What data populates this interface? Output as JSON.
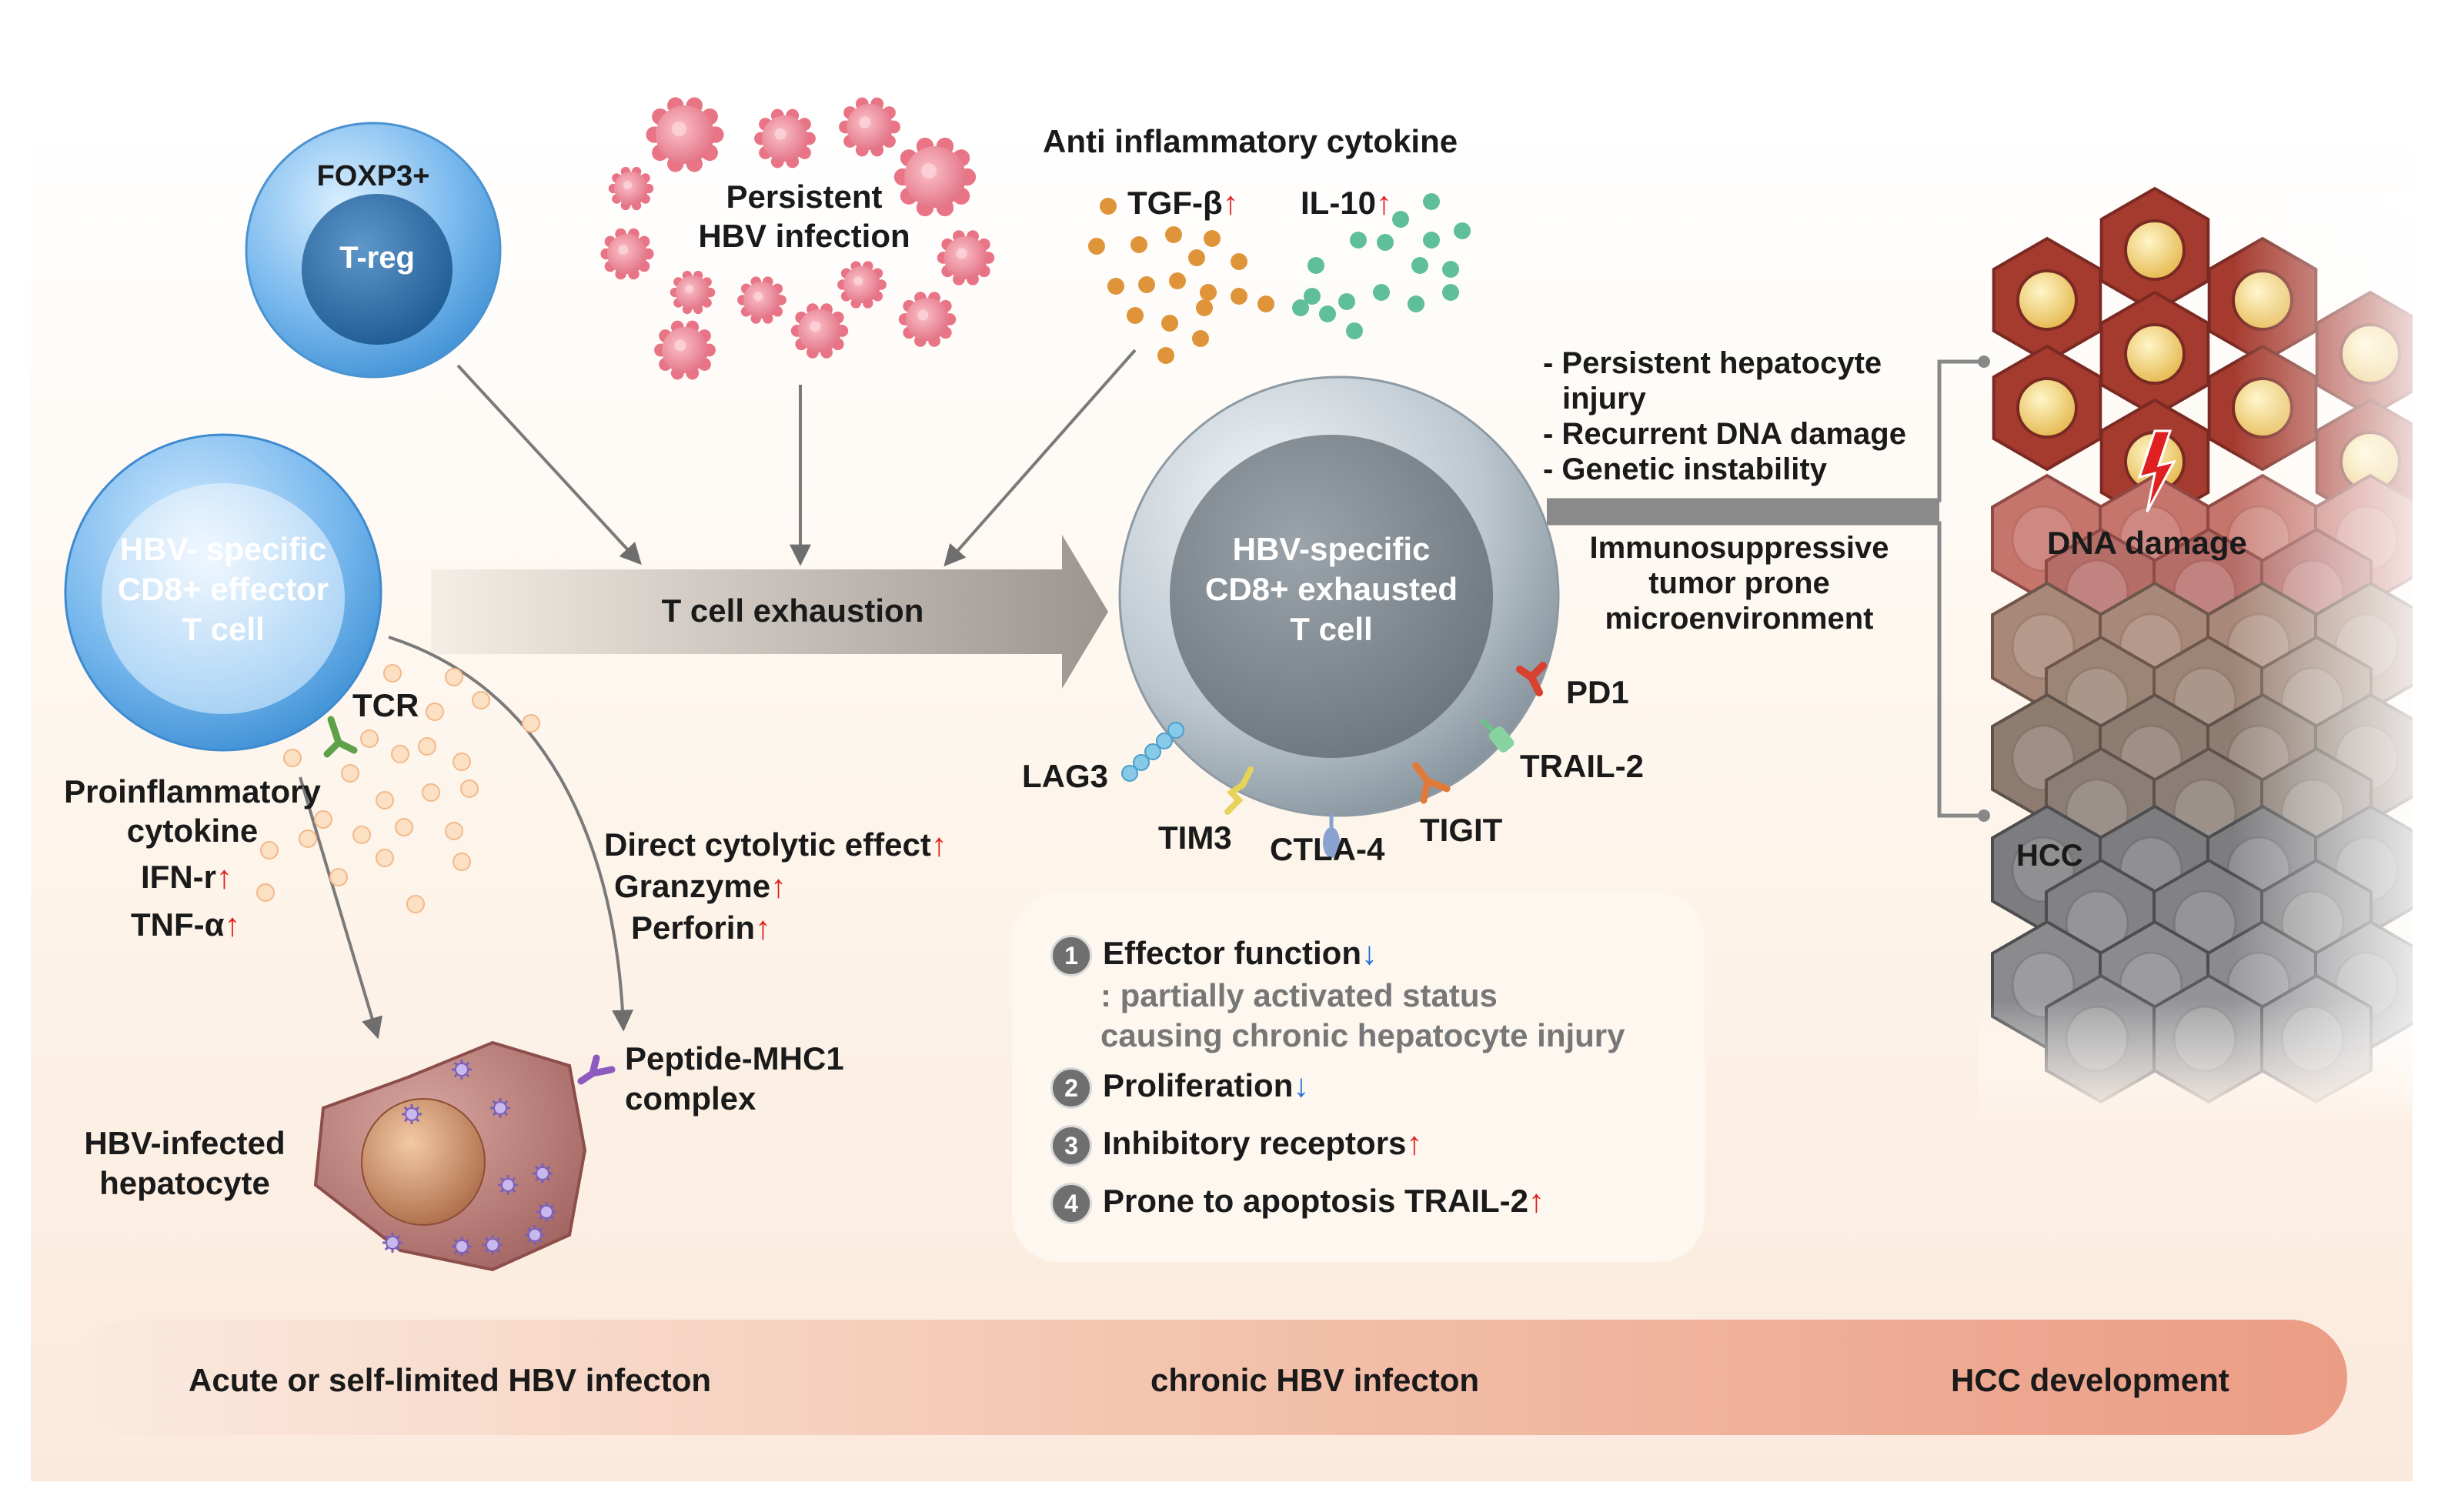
{
  "title_treg": {
    "line1": "FOXP3+",
    "line2": "T-reg"
  },
  "virus_label": {
    "line1": "Persistent",
    "line2": "HBV infection"
  },
  "anti_inflammatory": {
    "title": "Anti inflammatory cytokine",
    "tgf": "TGF-β",
    "il10": "IL-10",
    "up_arrow": "↑"
  },
  "effector_cell": {
    "line1": "HBV- specific",
    "line2": "CD8+ effector",
    "line3": "T cell"
  },
  "exhaustion_label": "T cell exhaustion",
  "exhausted_cell": {
    "line1": "HBV-specific",
    "line2": "CD8+ exhausted",
    "line3": "T cell"
  },
  "receptors": {
    "pd1": "PD1",
    "trail2": "TRAIL-2",
    "tigit": "TIGIT",
    "ctla4": "CTLA-4",
    "tim3": "TIM3",
    "lag3": "LAG3",
    "tcr": "TCR"
  },
  "proinflammatory": {
    "line1": "Proinflammatory",
    "line2": "cytokine",
    "ifn": "IFN-r",
    "tnf": "TNF-α",
    "up_arrow": "↑"
  },
  "cytolytic": {
    "line1": "Direct cytolytic effect",
    "line2": "Granzyme",
    "line3": "Perforin",
    "up_arrow": "↑"
  },
  "mhc": {
    "line1": "Peptide-MHC1",
    "line2": "complex"
  },
  "hepatocyte": {
    "line1": "HBV-infected",
    "line2": "hepatocyte"
  },
  "hcc_factors": {
    "line1": "- Persistent hepatocyte",
    "line2": "injury",
    "line3": "- Recurrent DNA damage",
    "line4": "- Genetic instability"
  },
  "microenv": {
    "line1": "Immunosuppressive",
    "line2": "tumor prone",
    "line3": "microenvironment"
  },
  "dna_damage": "DNA damage",
  "hcc": "HCC",
  "features": {
    "item1": {
      "num": "1",
      "text": "Effector function",
      "arrow": "↓"
    },
    "item1_sub1": ": partially activated status",
    "item1_sub2": "causing chronic hepatocyte injury",
    "item2": {
      "num": "2",
      "text": "Proliferation",
      "arrow": "↓"
    },
    "item3": {
      "num": "3",
      "text": "Inhibitory receptors",
      "arrow": "↑"
    },
    "item4": {
      "num": "4",
      "text": "Prone to apoptosis TRAIL-2",
      "arrow": "↑"
    }
  },
  "stages": {
    "acute": "Acute or self-limited HBV infecton",
    "chronic": "chronic HBV infecton",
    "hcc": "HCC development"
  },
  "colors": {
    "up": "#e02020",
    "down": "#1e6fd6",
    "effector_blue": "#5aa8e6",
    "exhausted_grey": "#b7c3cc",
    "virus_pink": "#e87486",
    "tgf_orange": "#e0943a",
    "il10_teal": "#5fbf9a",
    "liver_red": "#a53a2e",
    "hcc_grey": "#7d7d80",
    "stage_band": "#eeaa90"
  }
}
